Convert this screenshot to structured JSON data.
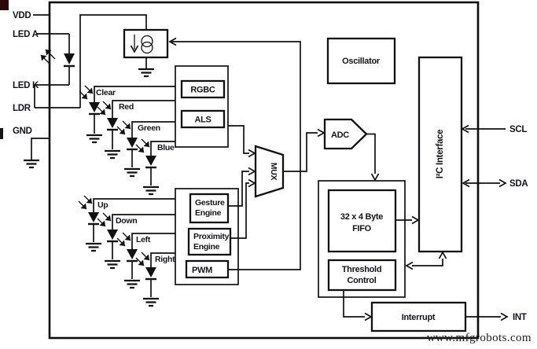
{
  "pins": {
    "vdd": "VDD",
    "led_a": "LED A",
    "led_k": "LED K",
    "ldr": "LDR",
    "gnd": "GND",
    "scl": "SCL",
    "sda": "SDA",
    "int": "INT"
  },
  "photodiodes": {
    "clear": "Clear",
    "red": "Red",
    "green": "Green",
    "blue": "Blue",
    "up": "Up",
    "down": "Down",
    "left": "Left",
    "right": "Right"
  },
  "blocks": {
    "rgbc": "RGBC",
    "als": "ALS",
    "oscillator": "Oscillator",
    "mux": "MUX",
    "adc": "ADC",
    "gesture": {
      "line1": "Gesture",
      "line2": "Engine"
    },
    "proximity": {
      "line1": "Proximity",
      "line2": "Engine"
    },
    "pwm": "PWM",
    "fifo": {
      "line1": "32 x 4 Byte",
      "line2": "FIFO"
    },
    "threshold": {
      "line1": "Threshold",
      "line2": "Control"
    },
    "interrupt": "Interrupt",
    "i2c": "I²C Interface"
  },
  "watermark": "www.mfgrobots.com"
}
